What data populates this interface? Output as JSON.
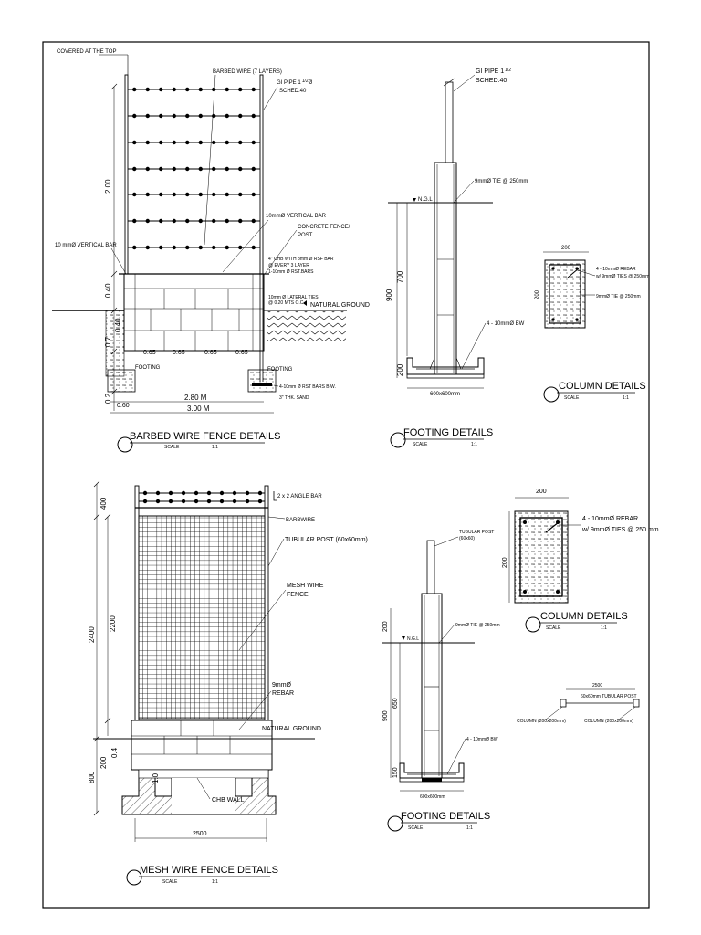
{
  "barbed": {
    "covered": "COVERED AT THE TOP",
    "barbed_wire": "BARBED WIRE (7 LAYERS)",
    "gi_pipe_a": "GI PIPE 1",
    "gi_pipe_frac": "1/2",
    "gi_pipe_b": "Ø",
    "sched": "SCHED.40",
    "vert_bar_10": "10mmØ VERTICAL BAR",
    "concrete_fence": "CONCRETE FENCE/",
    "post": "POST",
    "vert_bar_left": "10 mmØ VERTICAL BAR",
    "chb_note_1": "4\" CHB WITH 8mm Ø RSF BAR",
    "chb_note_2": "@ EVERY 3 LAYER",
    "chb_note_3": "1-10mm Ø RST.BARS",
    "lateral_1": "10mm Ø LATERAL TIES",
    "lateral_2": "@ 0.20 MTS O.C.",
    "natural_ground": "NATURAL GROUND",
    "footing_left": "FOOTING",
    "footing_right": "FOOTING",
    "dim_200": "2.00",
    "dim_040": "0.40",
    "dim_040b": "0.40",
    "dim_07": "0.7",
    "dim_065_1": "0.65",
    "dim_065_2": "0.65",
    "dim_065_3": "0.65",
    "dim_065_4": "0.65",
    "dim_02": "0.2",
    "dim_060": "0.60",
    "dim_280": "2.80 M",
    "dim_300": "3.00 M",
    "footing_bars": "4-10mm Ø RST BARS B.W.",
    "sand": "3\" THK. SAND",
    "title": "BARBED WIRE FENCE DETAILS",
    "scale_word": "SCALE",
    "scale_val": "1:1"
  },
  "footing1": {
    "gi_pipe_a": "GI PIPE 1",
    "gi_pipe_frac": "1/2",
    "sched": "SCHED.40",
    "tie": "9mmØ TIE @ 250mm",
    "ngl": "N.G.L",
    "dim_900": "900",
    "dim_700": "700",
    "dim_200": "200",
    "bw": "4 - 10mmØ BW",
    "size": "600x600mm",
    "title": "FOOTING DETAILS",
    "scale_word": "SCALE",
    "scale_val": "1:1"
  },
  "column1": {
    "dim_200_top": "200",
    "dim_200_side": "200",
    "rebar": "4 - 10mmØ REBAR",
    "ties": "w/ 9mmØ TIES @ 250mm",
    "tie_each": "9mmØ TIE @ 250mm",
    "title": "COLUMN DETAILS",
    "scale_word": "SCALE",
    "scale_val": "1:1"
  },
  "mesh": {
    "angle_bar": "2 x 2  ANGLE BAR",
    "barbwire": "BARBWIRE",
    "tubular": "TUBULAR POST (60x60mm)",
    "mesh_wire_1": "MESH WIRE",
    "mesh_wire_2": "FENCE",
    "rebar_1": "9mmØ",
    "rebar_2": "REBAR",
    "natural_ground": "NATURAL GROUND",
    "chb": "CHB WALL",
    "dim_400": "400",
    "dim_2400": "2400",
    "dim_2200": "2200",
    "dim_200": "200",
    "dim_04": "0.4",
    "dim_800": "800",
    "dim_10": "1.0",
    "dim_2500": "2500",
    "title": "MESH WIRE FENCE DETAILS",
    "scale_word": "SCALE",
    "scale_val": "1:1"
  },
  "column2": {
    "dim_200_top": "200",
    "dim_200_side": "200",
    "rebar": "4 - 10mmØ REBAR",
    "ties": "w/ 9mmØ TIES @ 250 mm",
    "title": "COLUMN DETAILS",
    "scale_word": "SCALE",
    "scale_val": "1:1"
  },
  "footing2": {
    "tubular_1": "TUBULAR POST",
    "tubular_2": "(60x60)",
    "tie": "9mmØ TIE @ 250mm",
    "ngl": "N.G.L",
    "dim_200": "200",
    "dim_900": "900",
    "dim_650": "650",
    "dim_150": "150",
    "bw": "4 - 10mmØ BW",
    "size": "600x600mm",
    "title": "FOOTING DETAILS",
    "scale_word": "SCALE",
    "scale_val": "1:1"
  },
  "plan": {
    "dim": "2500",
    "tubular": "60x60mm TUBULAR POST",
    "col_left": "COLUMN (200x200mm)",
    "col_right": "COLUMN (200x200mm)"
  }
}
